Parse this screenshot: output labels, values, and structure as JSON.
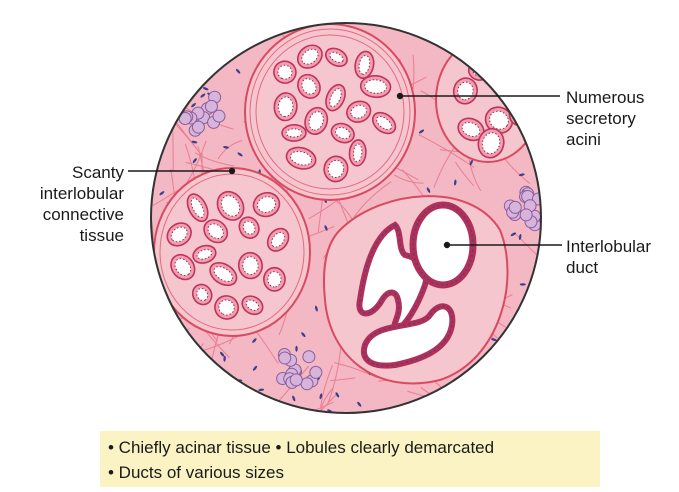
{
  "labels": {
    "numerous_secretory_acini": [
      "Numerous",
      "secretory",
      "acini"
    ],
    "scanty_interlobular_connective_tissue": [
      "Scanty",
      "interlobular",
      "connective",
      "tissue"
    ],
    "interlobular_duct": [
      "Interlobular",
      "duct"
    ]
  },
  "caption": {
    "line1": "• Chiefly acinar tissue • Lobules clearly demarcated",
    "line2": "• Ducts of various sizes"
  },
  "colors": {
    "tissue_background": "#f3b8c4",
    "fibres": "#e0526a",
    "acinus_wall": "#c0335a",
    "lumen": "#ffffff",
    "nuclei": "#3a3f8f",
    "fat_cells": "#d6b4dc",
    "caption_background": "#fbf3c3"
  }
}
